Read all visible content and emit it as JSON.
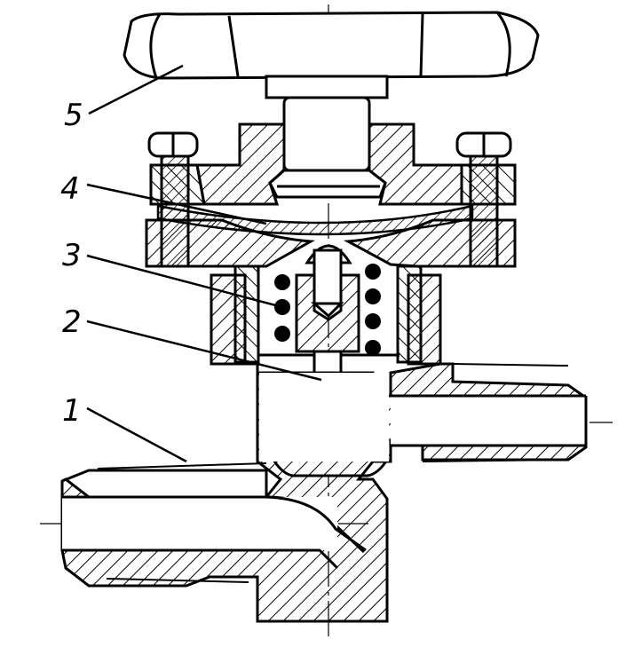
{
  "callouts": [
    {
      "id": "5",
      "text": "5",
      "part": "handwheel"
    },
    {
      "id": "4",
      "text": "4",
      "part": "diaphragm"
    },
    {
      "id": "3",
      "text": "3",
      "part": "spring"
    },
    {
      "id": "2",
      "text": "2",
      "part": "valve-stem"
    },
    {
      "id": "1",
      "text": "1",
      "part": "valve-body"
    }
  ],
  "colors": {
    "line": "#000000",
    "background": "#ffffff",
    "hatch": "#000000"
  }
}
